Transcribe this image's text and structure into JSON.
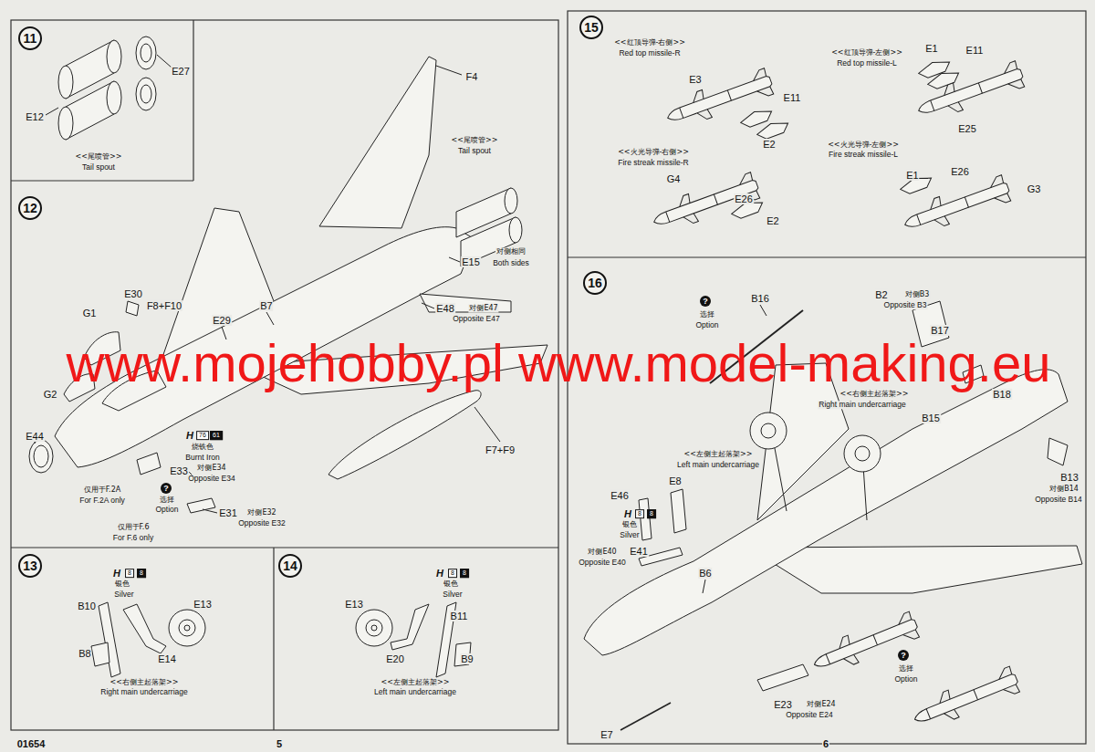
{
  "diagram": {
    "nodes": [
      {
        "text": [
          "11"
        ]
      },
      {
        "text": [
          "12"
        ]
      },
      {
        "text": [
          "13"
        ]
      },
      {
        "text": [
          "14"
        ]
      },
      {
        "text": [
          "15"
        ]
      },
      {
        "text": [
          "16"
        ]
      }
    ],
    "labels": [
      "E27",
      "E12",
      "<<尾喷管>>",
      "Tail spout",
      "F4",
      "<<尾喷管>>",
      "Tail spout",
      "F8+F10",
      "B7",
      "E15",
      "对侧相同",
      "Both sides",
      "G1",
      "E30",
      "E29",
      "E48",
      "对侧E47",
      "Opposite E47",
      "G2",
      "E44",
      "H",
      "76",
      "61",
      "烧铁色",
      "Burnt Iron",
      "E33",
      "对侧E34",
      "Opposite E34",
      "仅用于F.2A",
      "For F.2A only",
      "?",
      "选择",
      "Option",
      "仅用于F.6",
      "For F.6 only",
      "E31",
      "对侧E32",
      "Opposite E32",
      "F7+F9",
      "H",
      "8",
      "8",
      "银色",
      "Silver",
      "B10",
      "E13",
      "E14",
      "B8",
      "<<右侧主起落架>>",
      "Right main undercarriage",
      "H",
      "8",
      "8",
      "银色",
      "Silver",
      "E13",
      "B11",
      "E20",
      "B9",
      "<<左侧主起落架>>",
      "Left main undercarriage",
      "01654",
      "5",
      "<<红顶导弹-右侧>>",
      "Red top missile-R",
      "E3",
      "E11",
      "E2",
      "<<红顶导弹-左侧>>",
      "Red top missile-L",
      "E1",
      "E11",
      "E25",
      "<<火光导弹-右侧>>",
      "Fire streak missile-R",
      "<<火光导弹-左侧>>",
      "Fire streak missile-L",
      "G4",
      "E26",
      "E2",
      "E1",
      "E26",
      "G3",
      "B16",
      "?",
      "选择",
      "Option",
      "B2",
      "对侧B3",
      "Opposite B3",
      "B17",
      "<<右侧主起落架>>",
      "Right main undercarriage",
      "B18",
      "B15",
      "<<左侧主起落架>>",
      "Left main undercarriage",
      "E46",
      "E8",
      "H",
      "8",
      "8",
      "银色",
      "Silver",
      "对侧E40",
      "Opposite E40",
      "E41",
      "B6",
      "B13",
      "对侧B14",
      "Opposite B14",
      "?",
      "选择",
      "Option",
      "E23",
      "对侧E24",
      "Opposite E24",
      "E7",
      "6",
      "www.mojehobby.pl www.model-making.eu"
    ]
  }
}
